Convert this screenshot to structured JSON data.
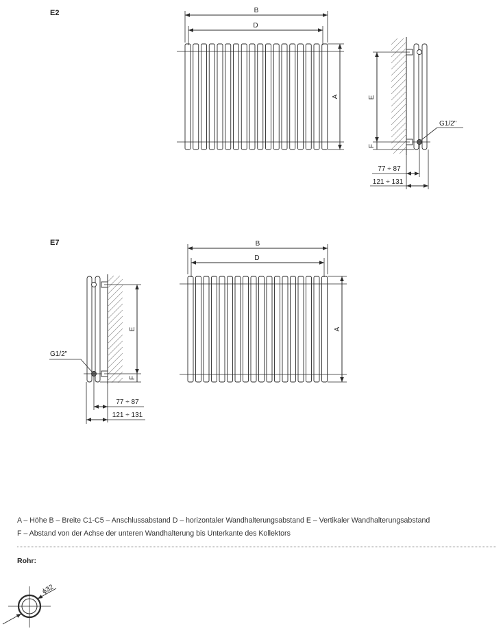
{
  "diagrams": {
    "e2": {
      "title": "E2",
      "front": {
        "dim_b": "B",
        "dim_d": "D",
        "dim_a": "A"
      },
      "side": {
        "dim_e": "E",
        "dim_f": "F",
        "connection": "G1/2\"",
        "dim_small": "77 ÷ 87",
        "dim_large": "121 ÷ 131"
      }
    },
    "e7": {
      "title": "E7",
      "front": {
        "dim_b": "B",
        "dim_d": "D",
        "dim_a": "A"
      },
      "side": {
        "dim_e": "E",
        "dim_f": "F",
        "connection": "G1/2\"",
        "dim_small": "77 ÷ 87",
        "dim_large": "121 ÷ 131"
      }
    }
  },
  "legend": {
    "line1": "A – Höhe   B – Breite   C1-C5 – Anschlussabstand   D – horizontaler Wandhalterungsabstand   E – Vertikaler Wandhalterungsabstand",
    "line2": "F – Abstand von der Achse der unteren Wandhalterung bis Unterkante des Kollektors"
  },
  "pipe": {
    "title": "Rohr:",
    "diameter": "ϕ32"
  }
}
